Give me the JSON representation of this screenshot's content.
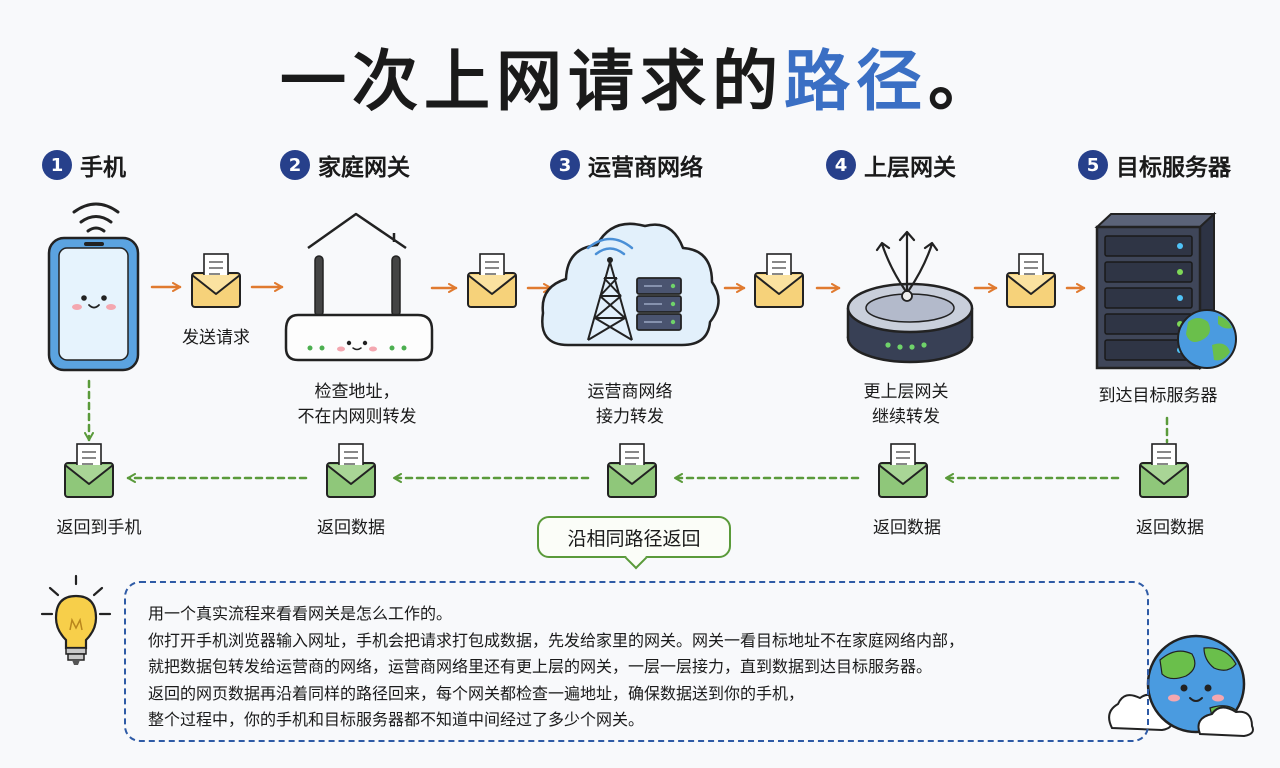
{
  "title": {
    "main": "一次上网请求的",
    "accent": "路径",
    "end": "。"
  },
  "steps": [
    {
      "num": "1",
      "label": "手机"
    },
    {
      "num": "2",
      "label": "家庭网关"
    },
    {
      "num": "3",
      "label": "运营商网络"
    },
    {
      "num": "4",
      "label": "上层网关"
    },
    {
      "num": "5",
      "label": "目标服务器"
    }
  ],
  "forward": {
    "send": "发送请求",
    "router": [
      "检查地址，",
      "不在内网则转发"
    ],
    "isp": [
      "运营商网络",
      "接力转发"
    ],
    "upper": [
      "更上层网关",
      "继续转发"
    ],
    "server": "到达目标服务器"
  },
  "return": {
    "phone": "返回到手机",
    "data_a": "返回数据",
    "data_b": "返回数据",
    "data_c": "返回数据",
    "same_path": "沿相同路径返回"
  },
  "note": {
    "lines": [
      "用一个真实流程来看看网关是怎么工作的。",
      "你打开手机浏览器输入网址，手机会把请求打包成数据，先发给家里的网关。网关一看目标地址不在家庭网络内部，",
      "就把数据包转发给运营商的网络，运营商网络里还有更上层的网关，一层一层接力，直到数据到达目标服务器。",
      "返回的网页数据再沿着同样的路径回来，每个网关都检查一遍地址，确保数据送到你的手机，",
      "整个过程中，你的手机和目标服务器都不知道中间经过了多少个网关。"
    ]
  },
  "colors": {
    "accent": "#3a6fc4",
    "step_badge": "#27408b",
    "forward_arrow": "#e07a2f",
    "return_arrow": "#5a9a3a",
    "note_border": "#2f5ba6"
  },
  "icons": [
    "wifi-icon",
    "phone-icon",
    "envelope-icon",
    "router-icon",
    "cell-tower-icon",
    "gateway-icon",
    "server-icon",
    "globe-icon",
    "lightbulb-icon"
  ]
}
